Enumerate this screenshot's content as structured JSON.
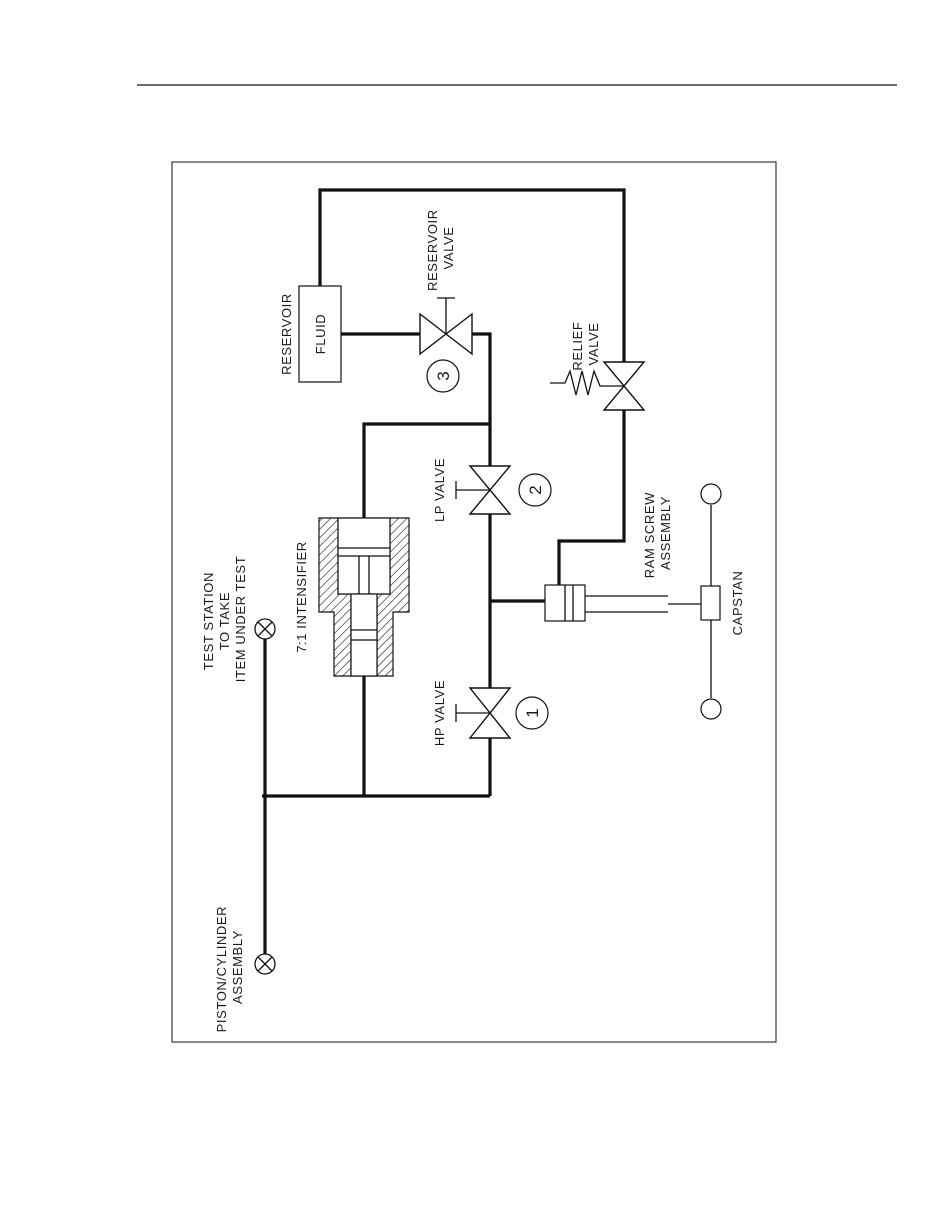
{
  "figure": {
    "labels": {
      "reservoir": "RESERVOIR",
      "fluid": "FLUID",
      "reservoir_valve": [
        "RESERVOIR",
        "VALVE"
      ],
      "relief_valve": [
        "RELIEF",
        "VALVE"
      ],
      "lp_valve": "LP VALVE",
      "hp_valve": "HP VALVE",
      "intensifier": "7:1 INTENSIFIER",
      "ram_screw": [
        "RAM SCREW",
        "ASSEMBLY"
      ],
      "capstan": "CAPSTAN",
      "test_station": [
        "TEST STATION",
        "TO TAKE",
        "ITEM UNDER TEST"
      ],
      "piston_cylinder": [
        "PISTON/CYLINDER",
        "ASSEMBLY"
      ]
    },
    "valve_numbers": {
      "hp": "1",
      "lp": "2",
      "reservoir": "3"
    }
  }
}
